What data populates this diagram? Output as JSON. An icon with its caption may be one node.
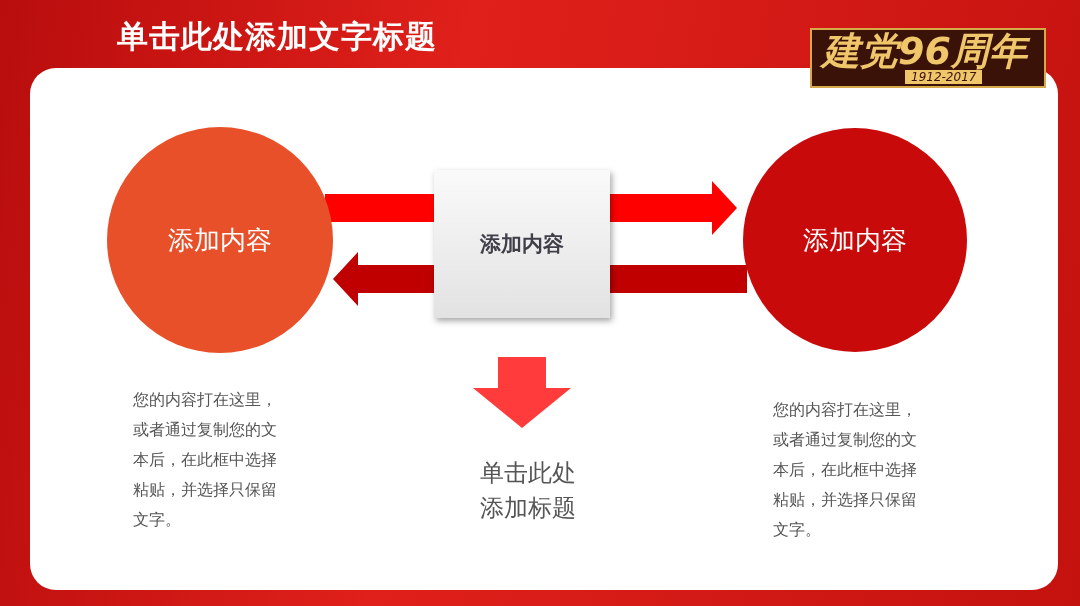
{
  "diagram": {
    "title": "单击此处添加文字标题",
    "nodes": [
      {
        "text": [
          "添加内容"
        ],
        "beside": [
          "您的内容打在这里，或者通过复制您的文本后，在此框中选择粘贴，并选择只保留文字。"
        ]
      },
      {
        "text": [
          "添加内容"
        ]
      },
      {
        "text": [
          "添加内容"
        ],
        "beside": [
          "您的内容打在这里，或者通过复制您的文本后，在此框中选择粘贴，并选择只保留文字。"
        ]
      },
      {
        "text": [
          "单击此处添加标题"
        ]
      }
    ],
    "edges": [
      {
        "from": 0,
        "to": 2,
        "arrow": "to",
        "color": "#ff0000"
      },
      {
        "from": 2,
        "to": 0,
        "arrow": "to",
        "color": "#c00000"
      },
      {
        "from": 1,
        "to": 3,
        "arrow": "to",
        "color": "#ff3b3b"
      }
    ],
    "labels": [
      "建党96周年",
      "1912-2017"
    ]
  }
}
